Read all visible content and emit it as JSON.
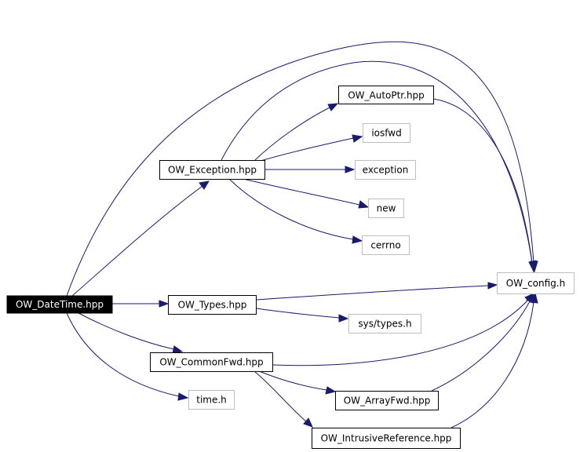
{
  "nodes": {
    "datetime": "OW_DateTime.hpp",
    "exception": "OW_Exception.hpp",
    "autoptr": "OW_AutoPtr.hpp",
    "iosfwd": "iosfwd",
    "std_exception": "exception",
    "new": "new",
    "cerrno": "cerrno",
    "config": "OW_config.h",
    "types": "OW_Types.hpp",
    "sys_types": "sys/types.h",
    "commonfwd": "OW_CommonFwd.hpp",
    "time_h": "time.h",
    "arrayfwd": "OW_ArrayFwd.hpp",
    "intrusive": "OW_IntrusiveReference.hpp"
  },
  "colors": {
    "edge": "#1a1a6e",
    "root_fill": "#000000",
    "external_border": "#bfbfbf"
  }
}
